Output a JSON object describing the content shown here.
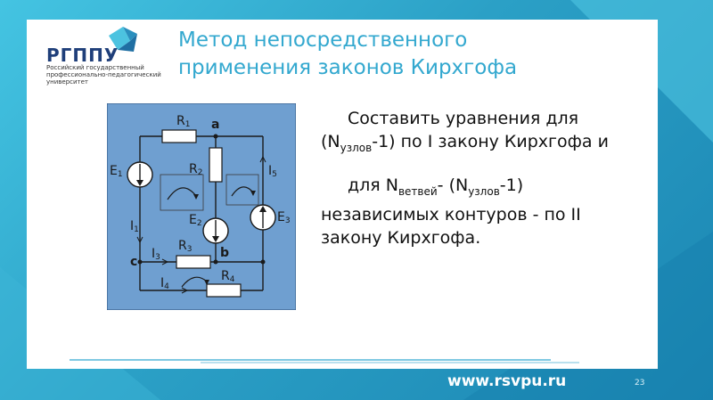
{
  "slide": {
    "logo": {
      "name": "РГППУ",
      "subtitle": "Российский государственный профессионально-педагогический университет"
    },
    "title": {
      "line1": "Метод непосредственного",
      "line2": "применения законов Кирхгофа"
    },
    "body": {
      "p1_text": "Составить уравнения для (N",
      "p1_sub": "узлов",
      "p1_rest": "-1) по I закону Кирхгофа и",
      "p2_a": "для N",
      "p2_sub1": "ветвей",
      "p2_b": "- (N",
      "p2_sub2": "узлов",
      "p2_c": "-1) независимых контуров - по II закону Кирхгофа."
    },
    "circuit": {
      "R1": "R",
      "R1_idx": "1",
      "R2": "R",
      "R2_idx": "2",
      "R3": "R",
      "R3_idx": "3",
      "R4": "R",
      "R4_idx": "4",
      "E1": "E",
      "E1_idx": "1",
      "E2": "E",
      "E2_idx": "2",
      "E3": "E",
      "E3_idx": "3",
      "I1": "I",
      "I1_idx": "1",
      "I3": "I",
      "I3_idx": "3",
      "I4": "I",
      "I4_idx": "4",
      "I5": "I",
      "I5_idx": "5",
      "node_a": "a",
      "node_b": "b",
      "node_c": "c"
    },
    "footer": {
      "url": "www.rsvpu.ru",
      "page": "23"
    },
    "colors": {
      "accent": "#33a8cf",
      "circuit_bg": "#6f9fd0",
      "logo_blue": "#1f3f7a"
    }
  }
}
